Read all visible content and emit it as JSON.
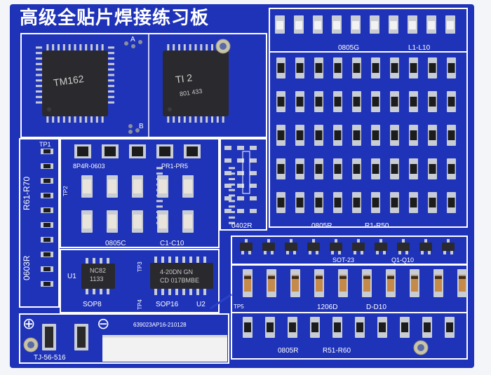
{
  "board": {
    "title": "高级全贴片焊接练习板",
    "labels": {
      "pad_a": "A",
      "pad_b": "B",
      "led_ref": "0805G",
      "led_range": "L1-L10",
      "tp1": "TP1",
      "res_0603_range": "R61-R70",
      "res_0603_pkg": "0603R",
      "arr_pkg": "8P4R-0603",
      "arr_range": "PR1-PR5",
      "tp2": "TP2",
      "cap_pkg": "0805C",
      "cap_range": "C1-C10",
      "pkg_0402": "0402R",
      "res_grid_pkg": "0805R",
      "res_grid_range": "R1-R50",
      "sot_pkg": "SOT-23",
      "sot_range": "Q1-Q10",
      "u1": "U1",
      "sop8": "SOP8",
      "tp3": "TP3",
      "tp4": "TP4",
      "sop16": "SOP16",
      "u2": "U2",
      "tp5": "TP5",
      "diode_pkg": "1206D",
      "diode_range": "D-D10",
      "serial": "639023AP16-210128",
      "bottom_res_pkg": "0805R",
      "bottom_res_range": "R51-R60",
      "connector": "TJ-56-516",
      "plus": "⊕",
      "minus": "⊖"
    },
    "chip_markings": {
      "qfp_left": "TM162",
      "qfp_right": "TI 2",
      "qfp_right_sub": "801 433",
      "sop8_line1": "NC82",
      "sop8_line2": "1133",
      "sop16_line1": "4-20DN GN",
      "sop16_line2": "CD 017BMBE"
    },
    "colors": {
      "pcb": "#1f33b8",
      "pcb_dark": "#1a2c9e",
      "silk": "#ffffff",
      "pad": "#c8ccd4",
      "chip": "#2a2a2e",
      "resistor": "#1c1c1c",
      "capacitor": "#e8e4dc",
      "diode": "#c58a4a"
    }
  }
}
